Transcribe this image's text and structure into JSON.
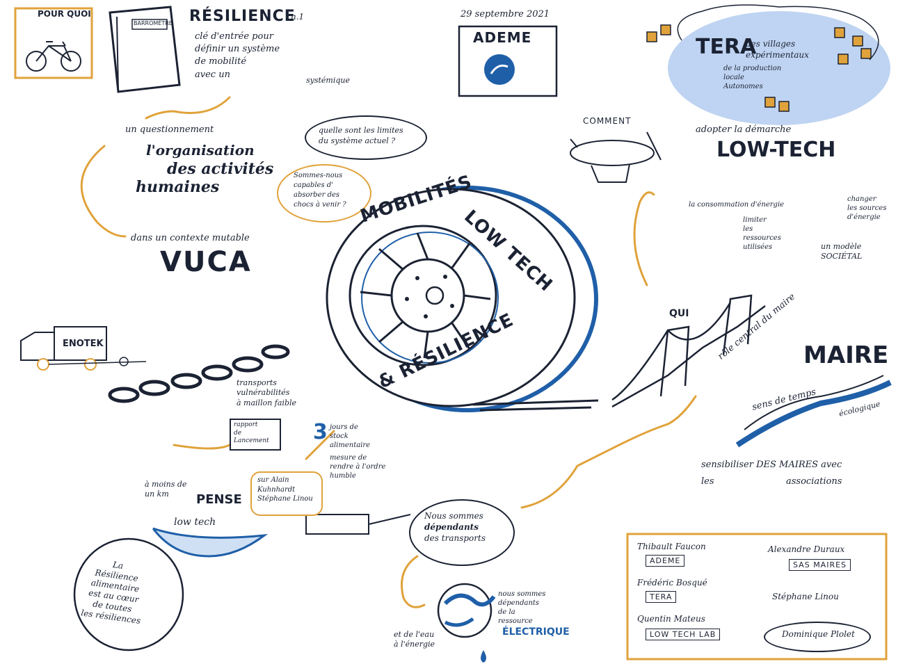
{
  "top_left": {
    "pour_quoi": "POUR QUOI",
    "book_title": "BARROMÈTRE",
    "resilience_title": "RÉSILIENCE",
    "resilience_sub": "n.1",
    "resilience_text": [
      "clé d'entrée pour",
      "définir un système",
      "de mobilité",
      "avec un",
      "systémique"
    ],
    "questionnement": "un questionnement",
    "org_line1": "l'organisation",
    "org_line2": "des activités",
    "org_line3": "humaines",
    "contexte": "dans un contexte mutable",
    "vuca": "VUCA",
    "bubble1": [
      "quelle sont les limites",
      "du système actuel ?"
    ],
    "bubble2": [
      "Sommes-nous",
      "capables d'",
      "absorber des",
      "chocs à venir ?"
    ]
  },
  "top_center": {
    "date": "29 septembre 2021",
    "org": "ADEME"
  },
  "center": {
    "line1": "MOBILITÉS",
    "line2": "LOW TECH",
    "line3": "& RÉSILIENCE"
  },
  "top_right": {
    "tera": "TERA",
    "tera_text": [
      "des villages",
      "expérimentaux"
    ],
    "tera_sub": [
      "de la production",
      "locale",
      "Autonomes"
    ],
    "comment": "COMMENT",
    "demarche": "adopter la démarche",
    "low_tech": "LOW-TECH",
    "energie": "la consommation d'énergie",
    "limiter": [
      "limiter",
      "les",
      "ressources",
      "utilisées"
    ],
    "changer": [
      "changer",
      "les sources",
      "d'énergie"
    ],
    "modele": [
      "un modèle",
      "SOCIÉTAL"
    ]
  },
  "right": {
    "qui": "QUI",
    "maire": "MAIRE",
    "role": "rôle central du maire",
    "sens": "sens de temps",
    "ecologique": "écologique",
    "sensibiliser": "sensibiliser DES MAIRES avec",
    "les": "les",
    "associations": "associations"
  },
  "left": {
    "truck": "ENOTEK",
    "chain_text": [
      "transports",
      "vulnérabilités",
      "à maillon faible"
    ],
    "jours": "3",
    "jours_text": [
      "jours de",
      "stock",
      "alimentaire"
    ],
    "mesure_text": [
      "mesure de",
      "rendre à l'ordre",
      "humble"
    ],
    "card_small": [
      "rapport",
      "de",
      "Lancement"
    ]
  },
  "bottom_left": {
    "moins": [
      "à moins de",
      "un km",
      "PENSE"
    ],
    "low_tech": "low tech",
    "resilience_circle": [
      "La",
      "Résilience",
      "alimentaire",
      "est au cœur",
      "de toutes",
      "les résiliences"
    ],
    "box_text": [
      "sur Alain",
      "Kuhnhardt",
      "Stéphane Linou"
    ]
  },
  "bottom_center": {
    "bubble": [
      "Nous sommes",
      "dépendants",
      "des transports"
    ],
    "eau": [
      "nous sommes",
      "dépendants",
      "de la",
      "ressource"
    ],
    "eau_hl": "ÉLECTRIQUE",
    "forets": [
      "et de l'eau",
      "à l'énergie"
    ]
  },
  "speakers": {
    "left": [
      {
        "name": "Thibault Faucon",
        "org": "ADEME"
      },
      {
        "name": "Frédéric Bosqué",
        "org": "TERA"
      },
      {
        "name": "Quentin Mateus",
        "org": "LOW TECH LAB"
      }
    ],
    "right": [
      {
        "name": "Alexandre Duraux",
        "org": "SAS MAIRES"
      },
      {
        "name": "Stéphane Linou",
        "org": ""
      },
      {
        "name": "Dominique Plolet",
        "org": ""
      }
    ]
  },
  "colors": {
    "ink": "#1b2233",
    "blue": "#1f5fa8",
    "orange": "#e0a23a",
    "lightblue": "#a9c6ee"
  }
}
